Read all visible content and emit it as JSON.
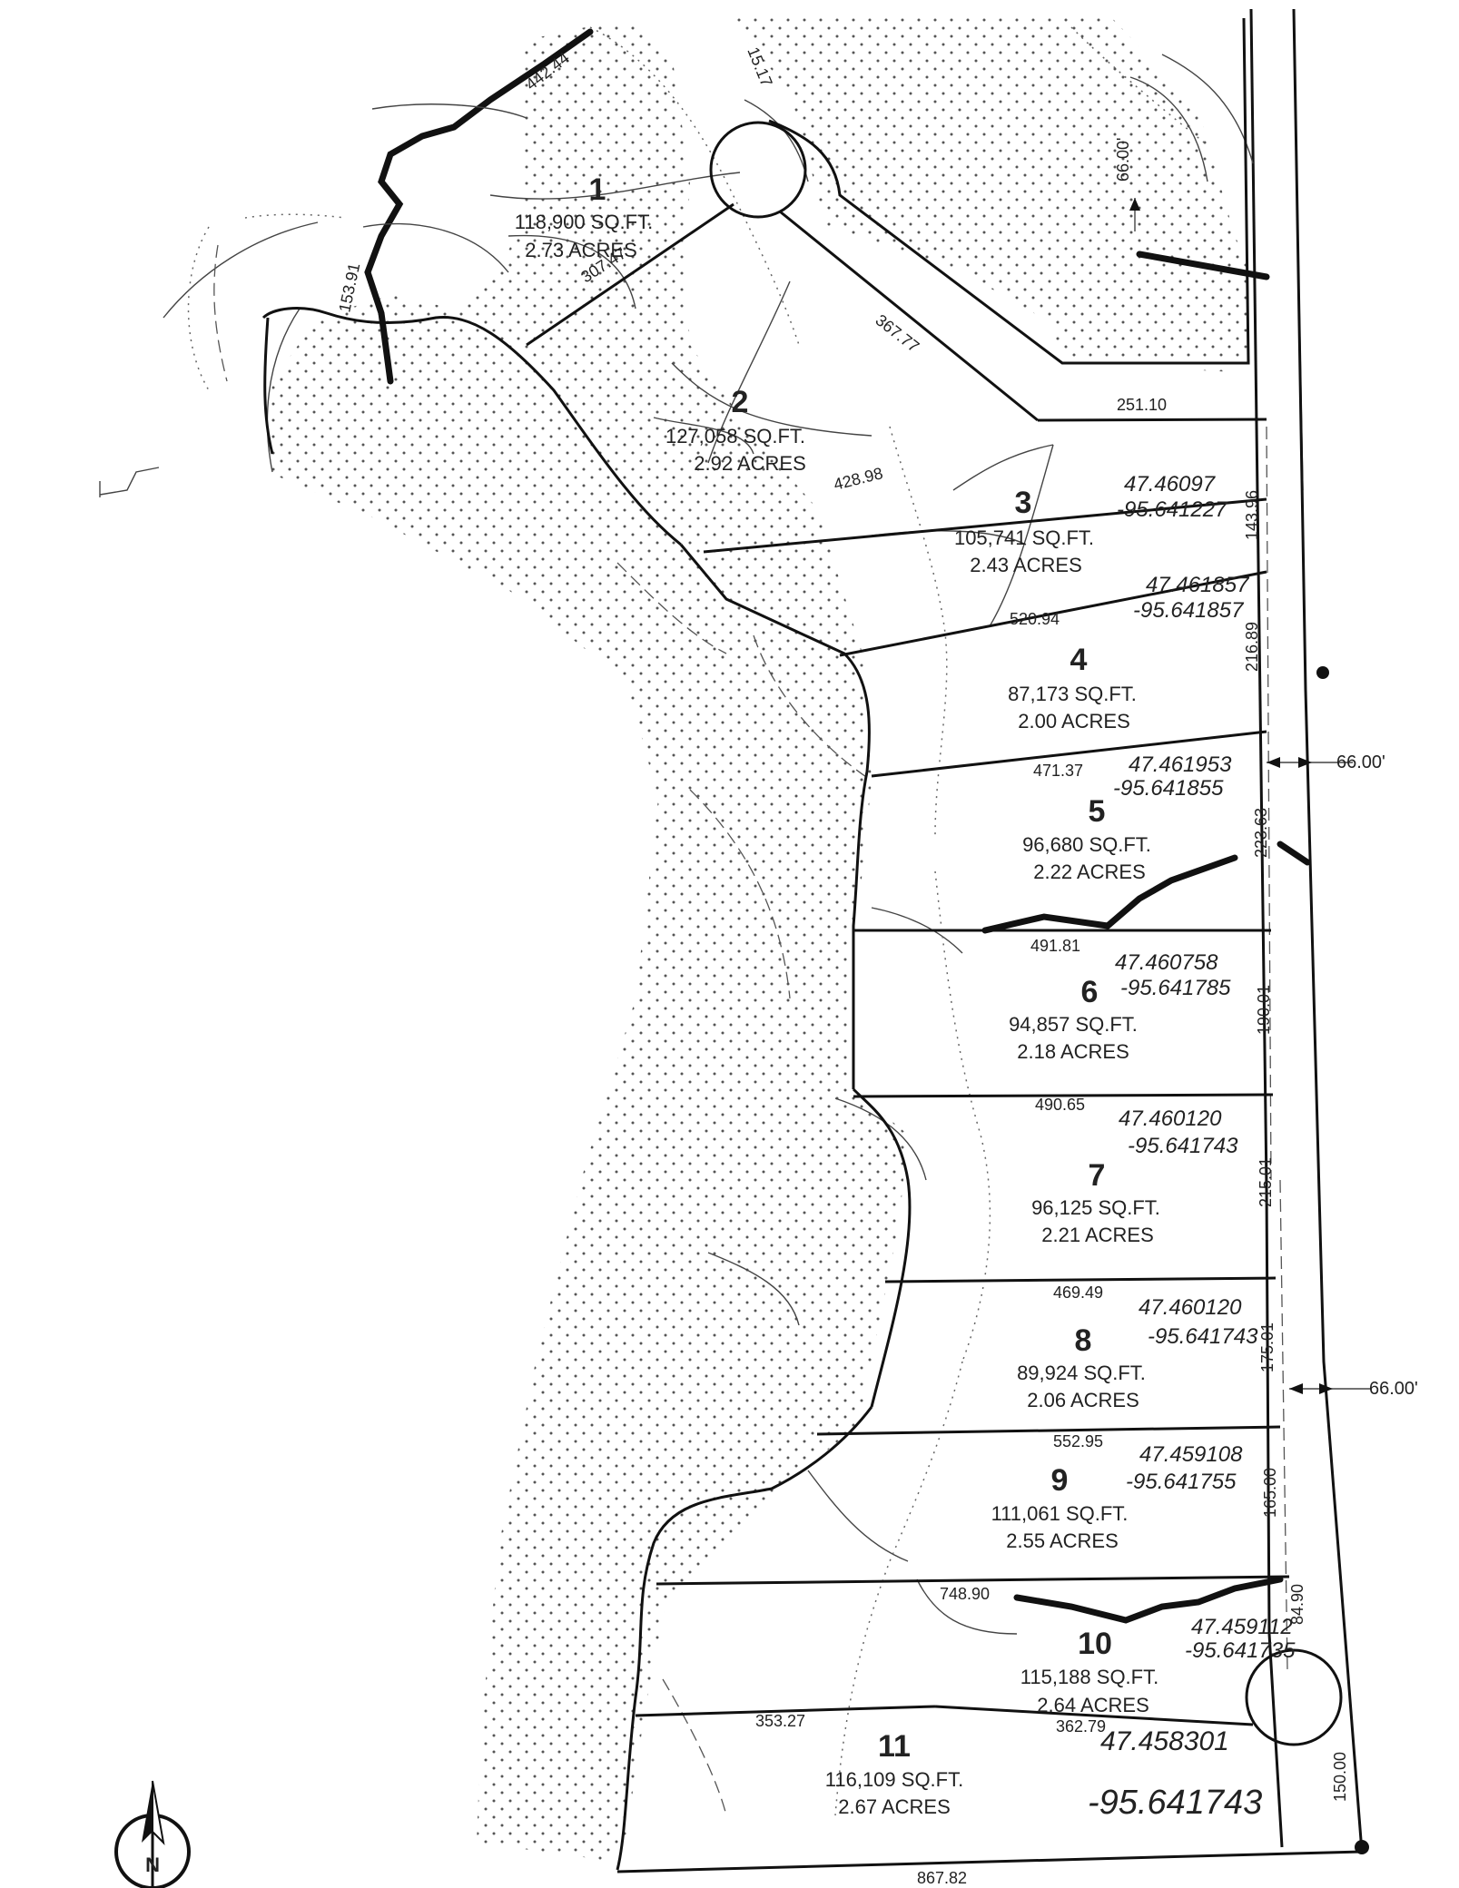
{
  "lots": [
    {
      "id": "lot-1",
      "number": "1",
      "area_sqft": "118,900 SQ.FT.",
      "area_acres": "2.73 ACRES"
    },
    {
      "id": "lot-2",
      "number": "2",
      "area_sqft": "127,058 SQ.FT.",
      "area_acres": "2.92 ACRES"
    },
    {
      "id": "lot-3",
      "number": "3",
      "area_sqft": "105,741 SQ.FT.",
      "area_acres": "2.43 ACRES",
      "coord_lat": "47.46097",
      "coord_lon": "-95.641227"
    },
    {
      "id": "lot-4",
      "number": "4",
      "area_sqft": "87,173 SQ.FT.",
      "area_acres": "2.00 ACRES",
      "coord_lat": "47.461857",
      "coord_lon": "-95.641857"
    },
    {
      "id": "lot-5",
      "number": "5",
      "area_sqft": "96,680 SQ.FT.",
      "area_acres": "2.22 ACRES",
      "coord_lat": "47.461953",
      "coord_lon": "-95.641855"
    },
    {
      "id": "lot-6",
      "number": "6",
      "area_sqft": "94,857 SQ.FT.",
      "area_acres": "2.18 ACRES",
      "coord_lat": "47.460758",
      "coord_lon": "-95.641785"
    },
    {
      "id": "lot-7",
      "number": "7",
      "area_sqft": "96,125 SQ.FT.",
      "area_acres": "2.21 ACRES",
      "coord_lat": "47.460120",
      "coord_lon": "-95.641743"
    },
    {
      "id": "lot-8",
      "number": "8",
      "area_sqft": "89,924 SQ.FT.",
      "area_acres": "2.06 ACRES",
      "coord_lat": "47.460120",
      "coord_lon": "-95.641743"
    },
    {
      "id": "lot-9",
      "number": "9",
      "area_sqft": "111,061 SQ.FT.",
      "area_acres": "2.55 ACRES",
      "coord_lat": "47.459108",
      "coord_lon": "-95.641755"
    },
    {
      "id": "lot-10",
      "number": "10",
      "area_sqft": "115,188 SQ.FT.",
      "area_acres": "2.64 ACRES",
      "coord_lat": "47.459112",
      "coord_lon": "-95.641735"
    },
    {
      "id": "lot-11",
      "number": "11",
      "area_sqft": "116,109 SQ.FT.",
      "area_acres": "2.67 ACRES",
      "coord_lat": "47.458301",
      "coord_lon": "-95.641743"
    }
  ],
  "dimensions": {
    "d_442_44": "442.44",
    "d_15_17": "15.17",
    "d_66_00_vert": "66.00'",
    "d_307_47": "307.47",
    "d_153_91": "153.91",
    "d_367_77": "367.77",
    "d_251_10": "251.10",
    "d_428_98": "428.98",
    "d_143_96": "143.96",
    "d_520_94": "520.94",
    "d_216_89": "216.89",
    "d_471_37": "471.37",
    "d_223_63": "223.63",
    "d_491_81": "491.81",
    "d_190_01": "190.01",
    "d_490_65": "490.65",
    "d_215_01": "215.01",
    "d_469_49": "469.49",
    "d_175_01": "175.01",
    "d_552_95": "552.95",
    "d_165_00": "165.00",
    "d_748_90": "748.90",
    "d_84_90": "84.90",
    "d_353_27": "353.27",
    "d_362_79": "362.79",
    "d_150_00": "150.00",
    "d_867_82": "867.82"
  },
  "road_width_top": "66.00'",
  "road_width_bottom": "66.00'",
  "north_arrow_label": "N",
  "colors": {
    "linework": "#111111",
    "paper": "#ffffff",
    "stipple": "#555555"
  }
}
